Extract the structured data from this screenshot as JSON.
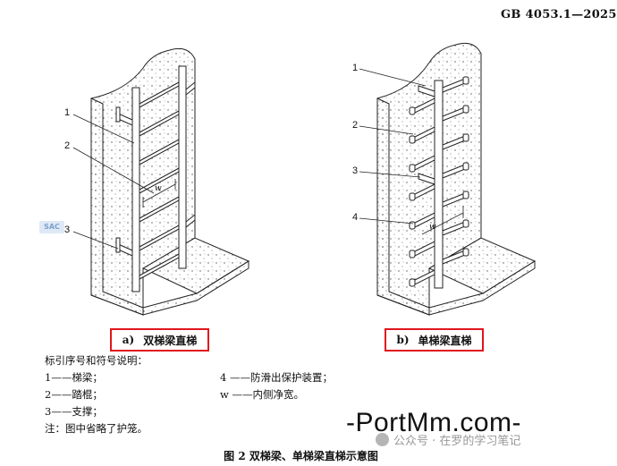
{
  "header": {
    "std_code": "GB 4053.1—2025"
  },
  "figure_a": {
    "callouts": [
      "1",
      "2",
      "3"
    ],
    "width_label": "w",
    "caption_letter": "a)",
    "caption_text": "双梯梁直梯"
  },
  "figure_b": {
    "callouts": [
      "1",
      "2",
      "3",
      "4"
    ],
    "width_label": "w",
    "caption_letter": "b)",
    "caption_text": "单梯梁直梯"
  },
  "legend": {
    "heading": "标引序号和符号说明：",
    "rows": [
      [
        "1——梯梁；",
        "4 ——防滑出保护装置；"
      ],
      [
        "2——踏棍；",
        "w ——内侧净宽。"
      ],
      [
        "3——支撑；",
        ""
      ]
    ],
    "note": "注：图中省略了护笼。"
  },
  "figure_title": "图 2   双梯梁、单梯梁直梯示意图",
  "watermark": {
    "text": "-PortMm.com-",
    "wechat": "公众号 · 在罗的学习笔记",
    "logo": "SAC"
  },
  "colors": {
    "highlight_box": "#e0161e",
    "wall_speckle": "#555555"
  }
}
